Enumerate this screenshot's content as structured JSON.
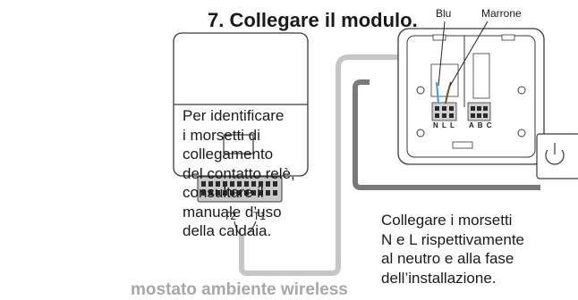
{
  "heading": "7. Collegare il modulo.",
  "left_note": "Per identificare\ni morsetti di\ncollegamento\ndel contatto relè,\nconsultare il\nmanuale d’uso\ndella caldaia.",
  "right_note": "Collegare i morsetti\nN e L rispettivamente\nal neutro e alla fase\ndell’installazione.",
  "cut_text": "mostato ambiente wireless",
  "labels": {
    "blu": "Blu",
    "marrone": "Marrone",
    "t2": "T2",
    "t1": "T1",
    "terminals_nll": "N L L",
    "terminals_abc": "A B C"
  },
  "colors": {
    "outline": "#3a3a3a",
    "cable": "#c6c6c6",
    "cable_dark": "#7a7a7a",
    "blue_wire": "#3aa0d8",
    "brown_wire": "#7a4a2a"
  },
  "icons": {
    "power": "power-icon"
  }
}
